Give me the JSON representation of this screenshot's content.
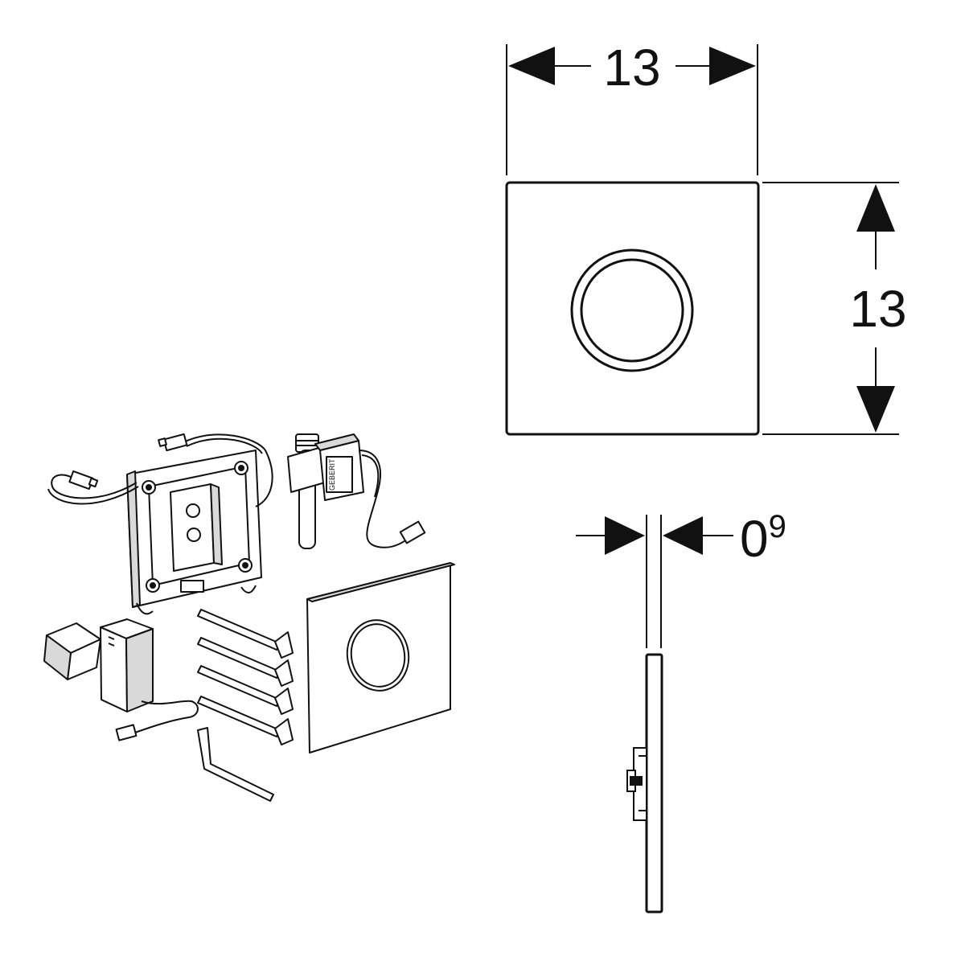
{
  "dimensions": {
    "width_label": "13",
    "height_label": "13",
    "thickness_label": {
      "main": "0",
      "superscript": "9"
    }
  },
  "colors": {
    "ink": "#111111",
    "paper": "#ffffff",
    "shade": "#d9d9d9"
  },
  "brand_mark": "GEBERIT"
}
